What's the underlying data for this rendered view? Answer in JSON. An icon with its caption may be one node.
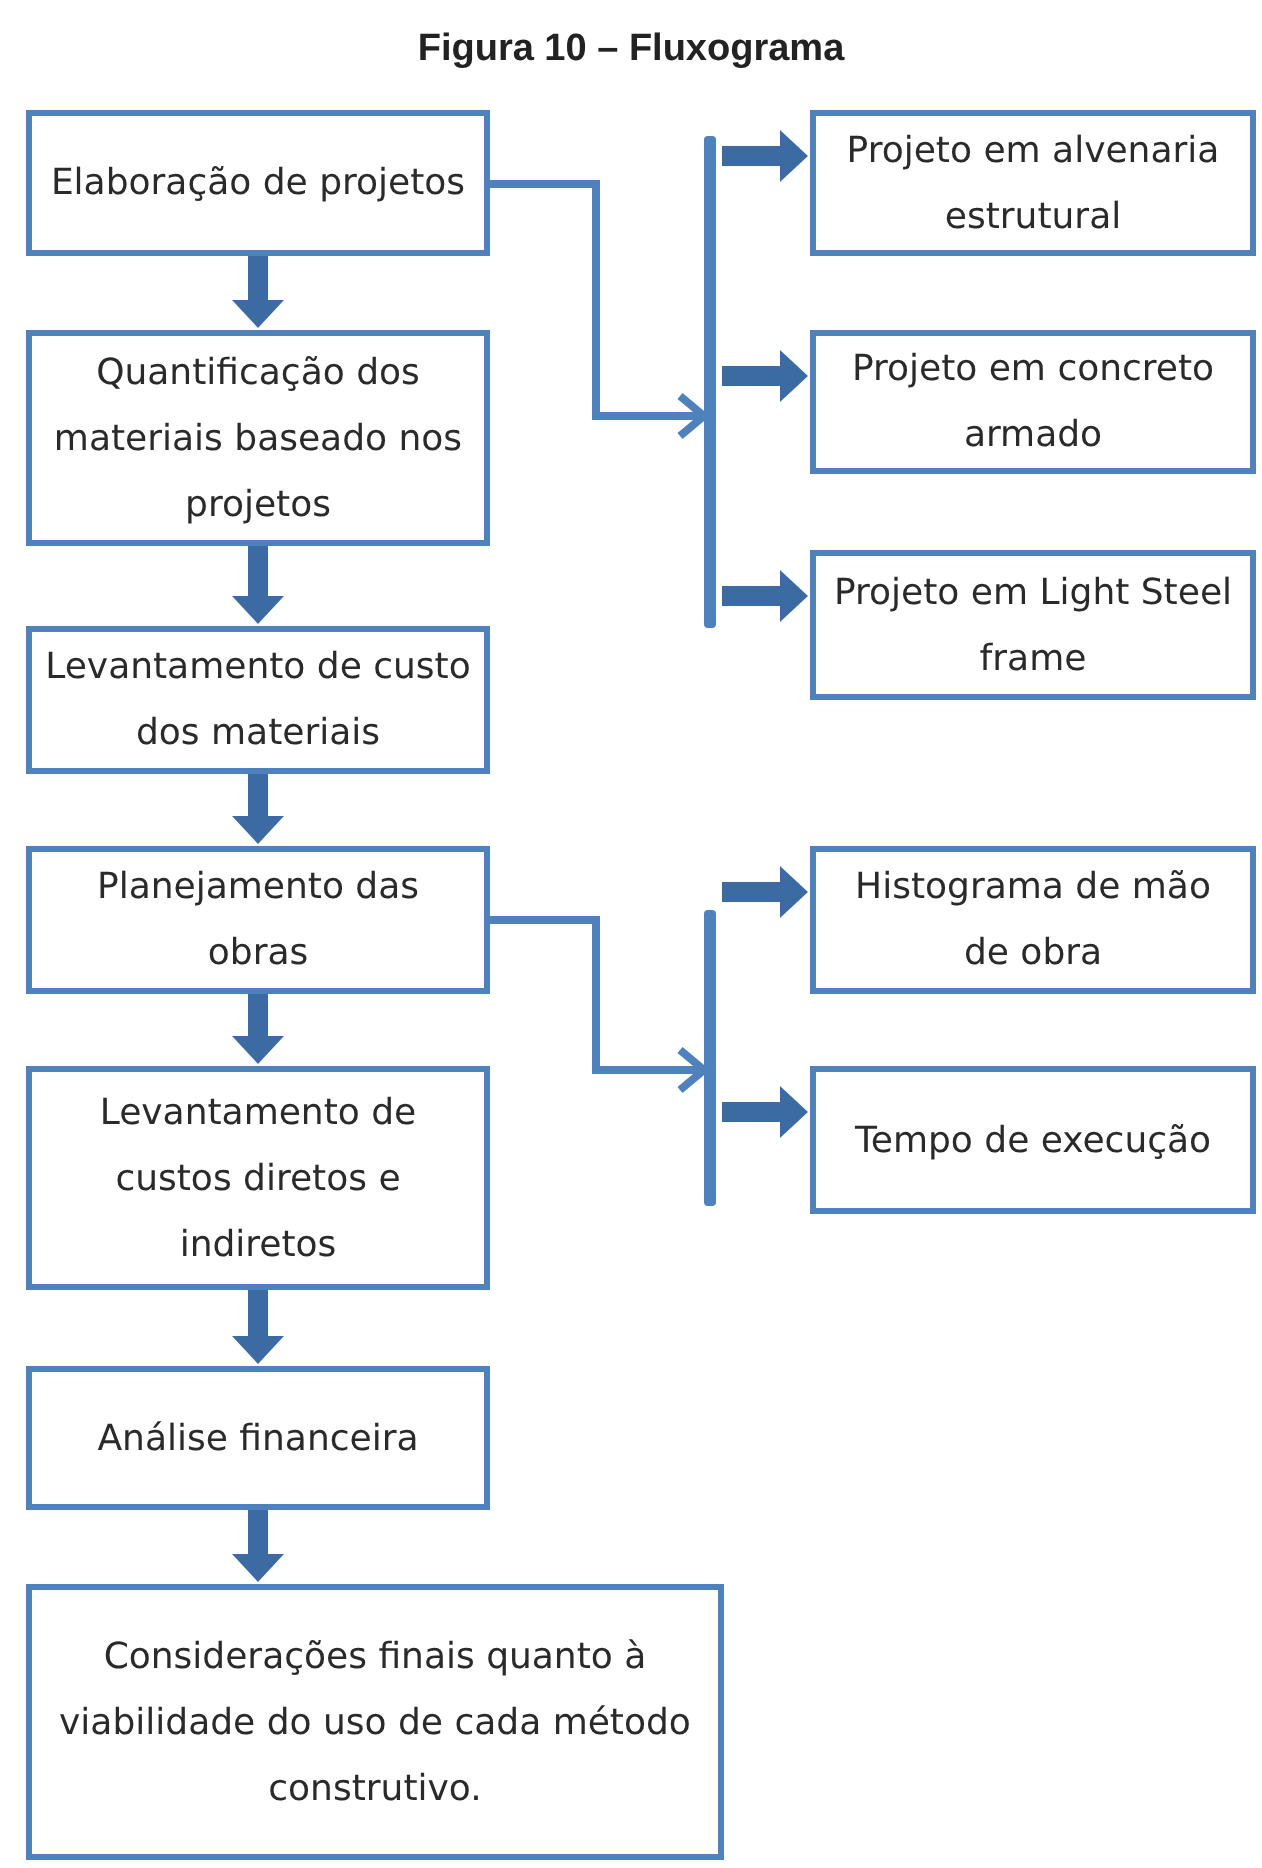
{
  "diagram": {
    "title": "Figura 10 – Fluxograma",
    "nodes": [
      {
        "text": [
          "Elaboração de projetos"
        ]
      },
      {
        "text": [
          "Quantificação dos materiais baseado nos projetos"
        ]
      },
      {
        "text": [
          "Levantamento de custo dos materiais"
        ]
      },
      {
        "text": [
          "Planejamento das obras"
        ]
      },
      {
        "text": [
          "Levantamento de custos diretos e indiretos"
        ]
      },
      {
        "text": [
          "Análise financeira"
        ]
      },
      {
        "text": [
          "Considerações finais quanto à viabilidade do uso de cada método construtivo."
        ]
      },
      {
        "text": [],
        "shape": "bar"
      },
      {
        "text": [
          "Projeto em alvenaria estrutural"
        ]
      },
      {
        "text": [
          "Projeto em concreto armado"
        ]
      },
      {
        "text": [
          "Projeto em Light Steel frame"
        ]
      },
      {
        "text": [],
        "shape": "bar"
      },
      {
        "text": [
          "Histograma de mão de obra"
        ]
      },
      {
        "text": [
          "Tempo de execução"
        ]
      }
    ],
    "edges": [
      {
        "from": 0,
        "to": 1,
        "arrow": "to"
      },
      {
        "from": 1,
        "to": 2,
        "arrow": "to"
      },
      {
        "from": 2,
        "to": 3,
        "arrow": "to"
      },
      {
        "from": 3,
        "to": 4,
        "arrow": "to"
      },
      {
        "from": 4,
        "to": 5,
        "arrow": "to"
      },
      {
        "from": 5,
        "to": 6,
        "arrow": "to"
      },
      {
        "from": 0,
        "to": 7,
        "arrow": "to"
      },
      {
        "from": 7,
        "to": 8,
        "arrow": "to"
      },
      {
        "from": 7,
        "to": 9,
        "arrow": "to"
      },
      {
        "from": 7,
        "to": 10,
        "arrow": "to"
      },
      {
        "from": 3,
        "to": 11,
        "arrow": "to"
      },
      {
        "from": 11,
        "to": 12,
        "arrow": "to"
      },
      {
        "from": 11,
        "to": 13,
        "arrow": "to"
      }
    ]
  }
}
